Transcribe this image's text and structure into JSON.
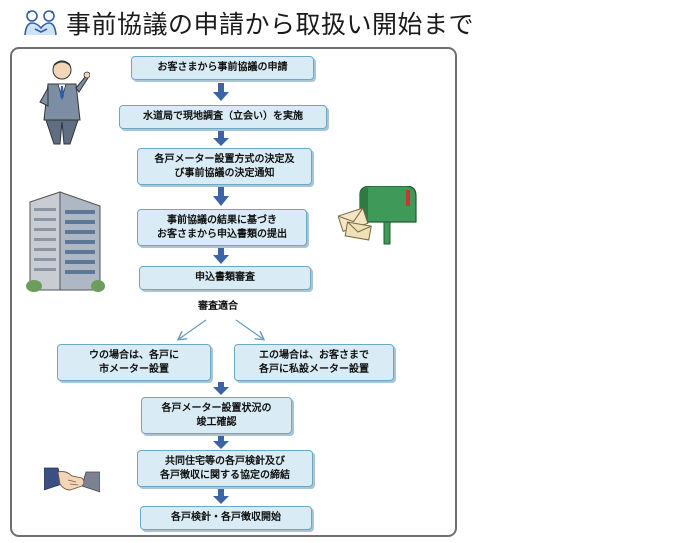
{
  "page": {
    "title": "事前協議の申請から取扱い開始まで",
    "title_icon": "handshake-people-icon"
  },
  "flow": {
    "steps": [
      "お客さまから事前協議の申請",
      "水道局で現地調査（立会い）を実施",
      "各戸メーター設置方式の決定及\nび事前協議の決定通知",
      "事前協議の結果に基づき\nお客さまから申込書類の提出",
      "申込書類審査"
    ],
    "branch_label": "審査適合",
    "branches": [
      "ウの場合は、各戸に\n市メーター設置",
      "エの場合は、お客さまで\n各戸に私設メーター設置"
    ],
    "after": [
      "各戸メーター設置状況の\n竣工確認",
      "共同住宅等の各戸検針及び\n各戸徴収に関する協定の締結",
      "各戸検針・各戸徴収開始"
    ]
  },
  "illustrations": {
    "person": "presenting-man-icon",
    "building": "apartment-building-icon",
    "mailbox": "mailbox-letters-icon",
    "handshake": "handshake-icon"
  },
  "colors": {
    "box_fill": "#d9ecf6",
    "box_border": "#6aa8c8",
    "arrow": "#3b63a8"
  }
}
